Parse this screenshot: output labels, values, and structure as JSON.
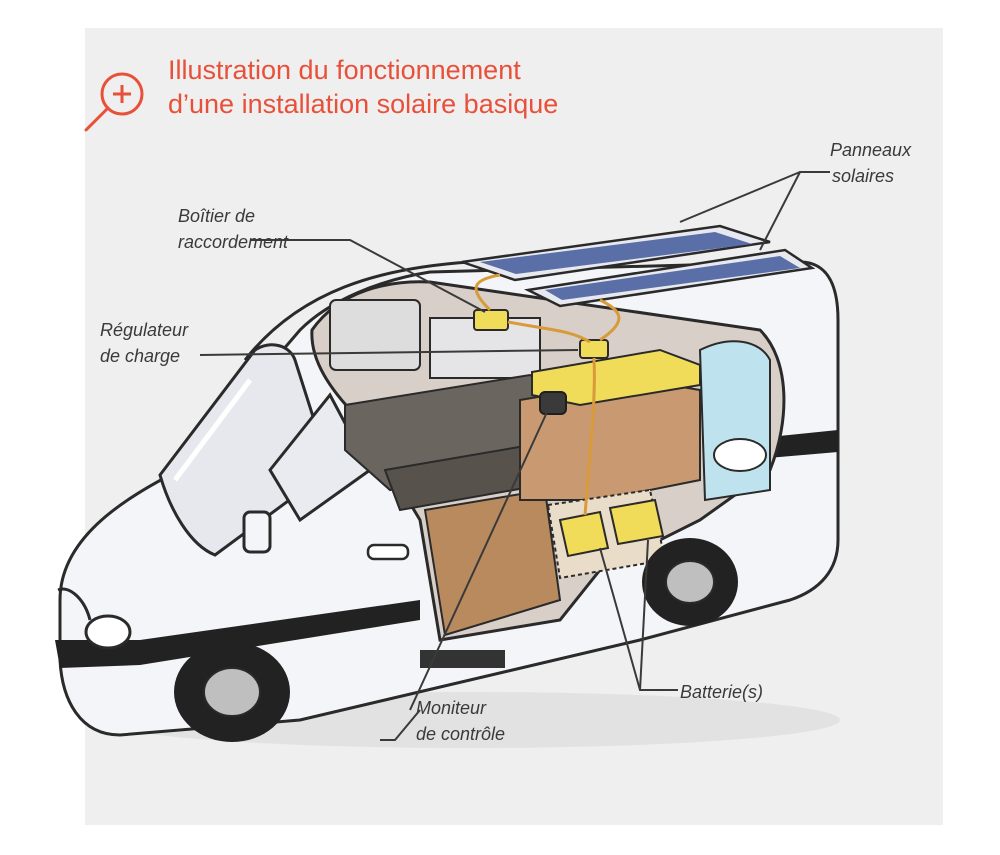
{
  "title": {
    "line1": "Illustration du fonctionnement",
    "line2": "d’une installation solaire basique",
    "color": "#e8503a"
  },
  "labels": {
    "panneaux_line1": "Panneaux",
    "panneaux_line2": "solaires",
    "boitier_line1": "Boîtier de",
    "boitier_line2": "raccordement",
    "regulateur_line1": "Régulateur",
    "regulateur_line2": "de charge",
    "moniteur_line1": "Moniteur",
    "moniteur_line2": "de contrôle",
    "batteries": "Batterie(s)"
  },
  "colors": {
    "background": "#efefef",
    "van_body": "#f4f5f8",
    "outline": "#2a2a2a",
    "solar_cell": "#5a6fa8",
    "component_yellow": "#f1dc5a",
    "wood": "#b98a5e",
    "upholstery": "#6b6560",
    "shower_blue": "#bfe3ee"
  },
  "icons": {
    "zoom": "zoom-in-icon"
  }
}
